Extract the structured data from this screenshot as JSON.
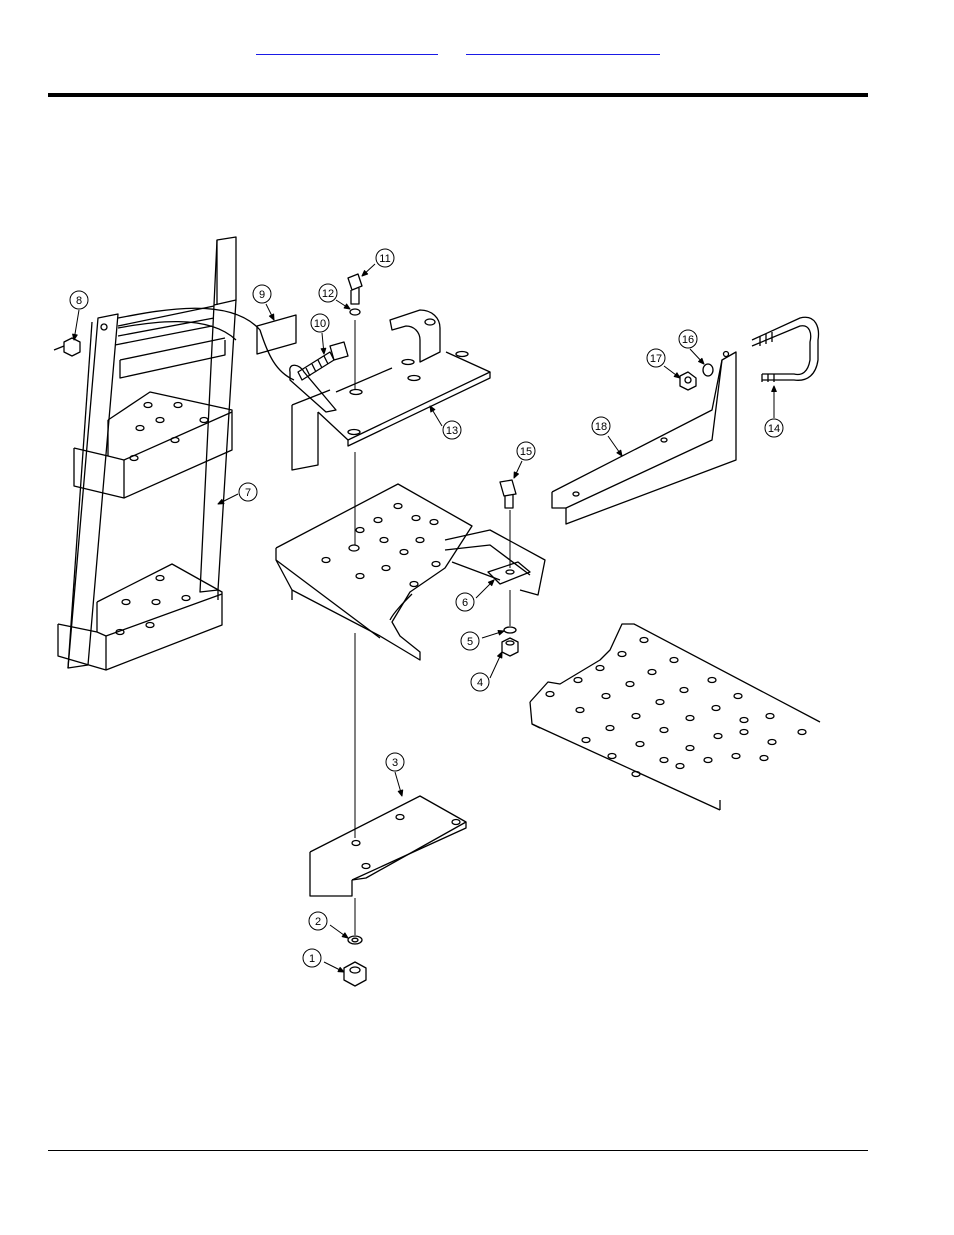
{
  "header": {
    "links": [
      {
        "label": ""
      },
      {
        "label": ""
      }
    ]
  },
  "diagram": {
    "callouts": [
      "1",
      "2",
      "3",
      "4",
      "5",
      "6",
      "7",
      "8",
      "9",
      "10",
      "11",
      "12",
      "13",
      "14",
      "15",
      "16",
      "17",
      "18"
    ]
  }
}
